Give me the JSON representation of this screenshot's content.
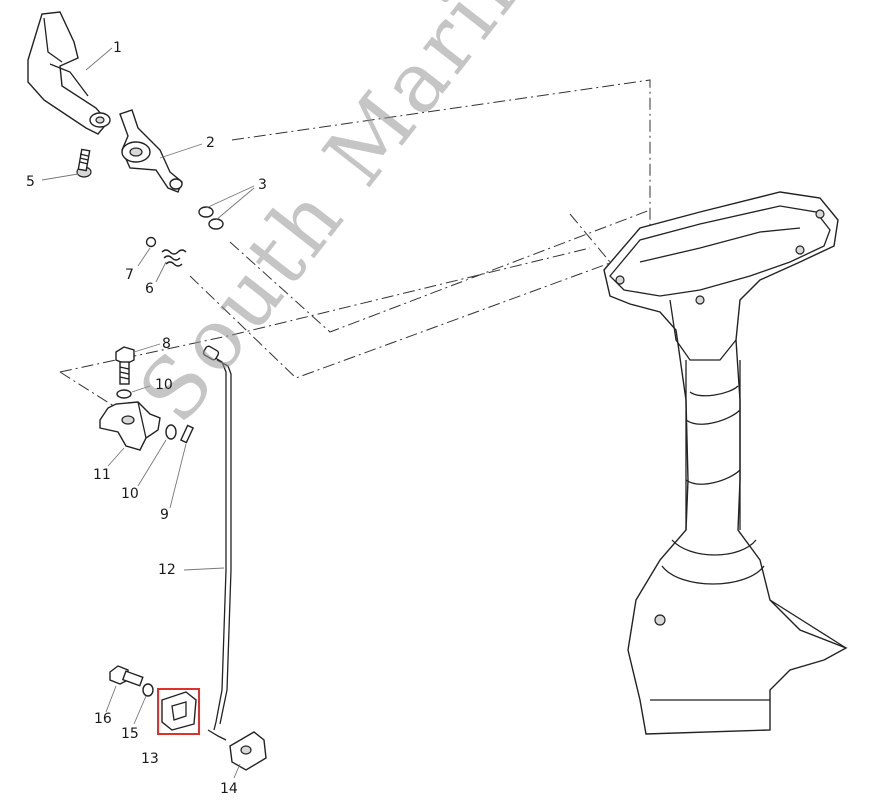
{
  "watermark": "South Marine",
  "callouts": [
    {
      "id": "c1",
      "label": "1"
    },
    {
      "id": "c2",
      "label": "2"
    },
    {
      "id": "c3",
      "label": "3"
    },
    {
      "id": "c5",
      "label": "5"
    },
    {
      "id": "c7",
      "label": "7"
    },
    {
      "id": "c6",
      "label": "6"
    },
    {
      "id": "c8",
      "label": "8"
    },
    {
      "id": "c10a",
      "label": "10"
    },
    {
      "id": "c11",
      "label": "11"
    },
    {
      "id": "c10b",
      "label": "10"
    },
    {
      "id": "c9",
      "label": "9"
    },
    {
      "id": "c12",
      "label": "12"
    },
    {
      "id": "c16",
      "label": "16"
    },
    {
      "id": "c15",
      "label": "15"
    },
    {
      "id": "c13",
      "label": "13"
    },
    {
      "id": "c14",
      "label": "14"
    }
  ],
  "highlight": {
    "target": "13",
    "color": "#e0302e"
  }
}
